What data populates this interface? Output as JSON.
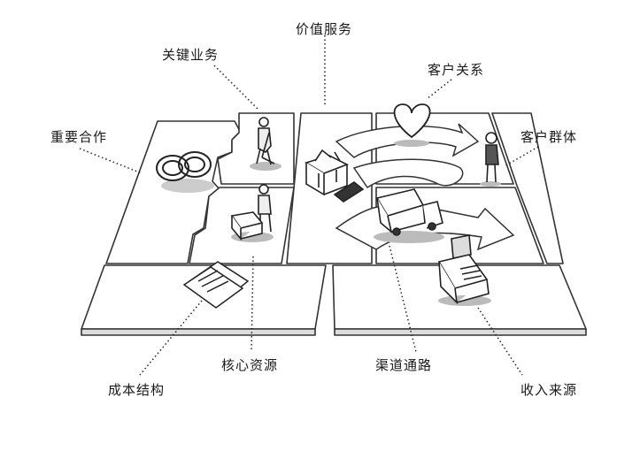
{
  "labels": {
    "value_propositions": "价值服务",
    "key_activities": "关键业务",
    "customer_relationships": "客户关系",
    "key_partners": "重要合作",
    "customer_segments": "客户群体",
    "key_resources": "核心资源",
    "channels": "渠道通路",
    "cost_structure": "成本结构",
    "revenue_streams": "收入来源"
  }
}
